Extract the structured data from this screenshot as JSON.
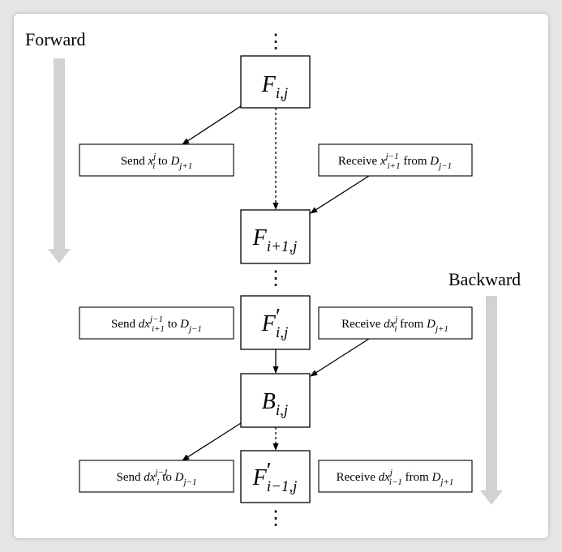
{
  "labels": {
    "forward": "Forward",
    "backward": "Backward"
  },
  "nodes": {
    "f_ij": {
      "base": "F",
      "sub": "i,j"
    },
    "f_i1j": {
      "base": "F",
      "sub": "i+1,j"
    },
    "fp_ij": {
      "base": "F",
      "prime": "′",
      "sub": "i,j"
    },
    "b_ij": {
      "base": "B",
      "sub": "i,j"
    },
    "fp_im1j": {
      "base": "F",
      "prime": "′",
      "sub": "i−1,j"
    }
  },
  "messages": {
    "send_top": {
      "verb": "Send",
      "var": "x",
      "sup": "j",
      "sub": "i",
      "mid": "to",
      "dev": "D",
      "devsub": "j+1"
    },
    "recv_top": {
      "verb": "Receive",
      "var": "x",
      "sup": "j−1",
      "sub": "i+1",
      "mid": "from",
      "dev": "D",
      "devsub": "j−1"
    },
    "send_mid": {
      "verb": "Send",
      "var": "dx",
      "sup": "j−1",
      "sub": "i+1",
      "mid": "to",
      "dev": "D",
      "devsub": "j−1"
    },
    "recv_mid": {
      "verb": "Receive",
      "var": "dx",
      "sup": "j",
      "sub": "i",
      "mid": "from",
      "dev": "D",
      "devsub": "j+1"
    },
    "send_bot": {
      "verb": "Send",
      "var": "dx",
      "sup": "j−1",
      "sub": "i",
      "mid": "to",
      "dev": "D",
      "devsub": "j−1"
    },
    "recv_bot": {
      "verb": "Receive",
      "var": "dx",
      "sup": "j",
      "sub": "i−1",
      "mid": "from",
      "dev": "D",
      "devsub": "j+1"
    }
  },
  "ellipsis": "⋮",
  "colors": {
    "line": "#000000",
    "direction_arrow": "#d2d2d2",
    "page_background": "#e6e6e6",
    "card_background": "#ffffff"
  }
}
